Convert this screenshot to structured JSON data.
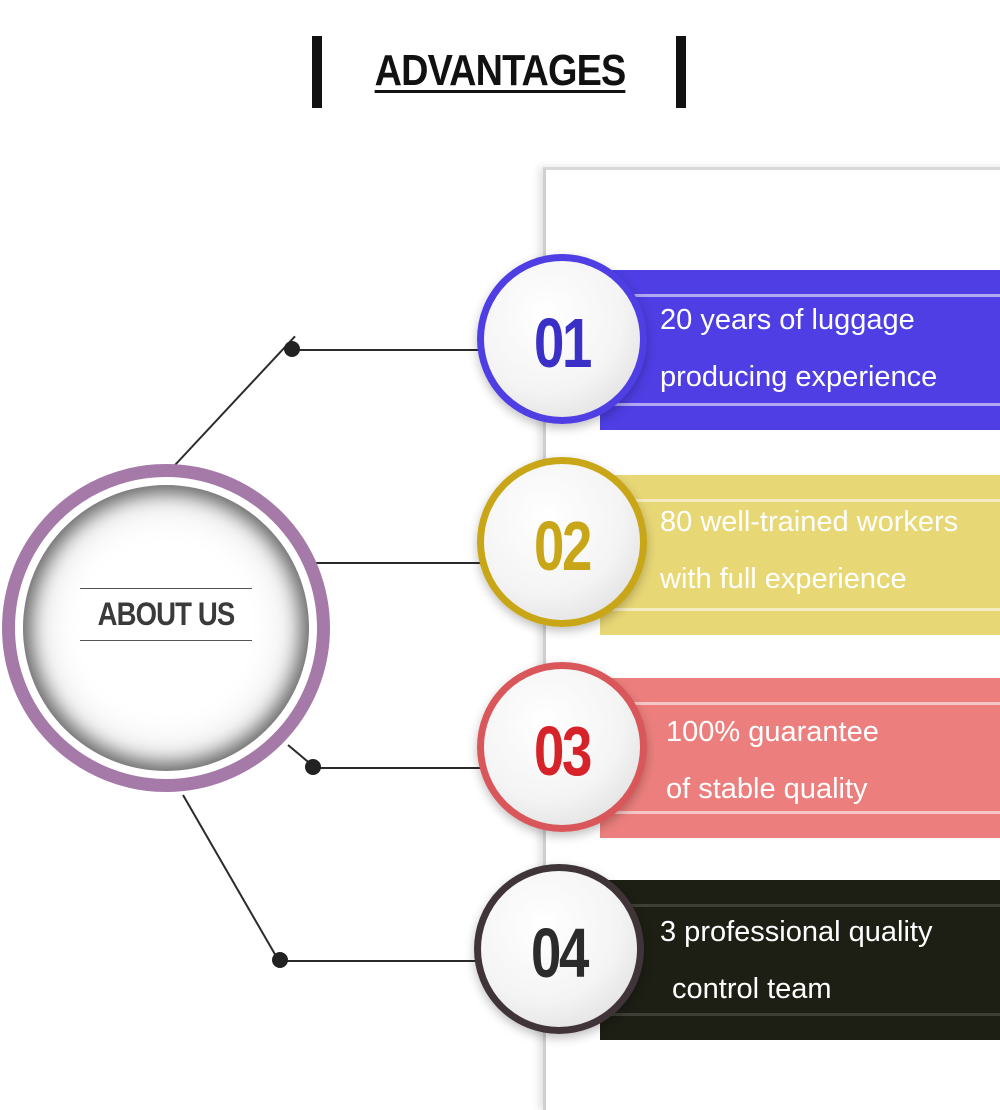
{
  "header": {
    "title": "ADVANTAGES"
  },
  "center": {
    "label": "ABOUT US",
    "ring_color": "#a67aa8"
  },
  "items": [
    {
      "number": "01",
      "line1": "20 years of luggage",
      "line2": "producing experience",
      "color": "#4e3ee3",
      "num_color": "#3a2fc6",
      "text_color": "#ffffff"
    },
    {
      "number": "02",
      "line1": "80 well-trained workers",
      "line2": "with full experience",
      "color": "#e8d775",
      "num_color": "#c9a617",
      "text_color": "#ffffff"
    },
    {
      "number": "03",
      "line1": "100% guarantee",
      "line2": "of stable quality",
      "color": "#ec7f7d",
      "num_color": "#d6232a",
      "text_color": "#ffffff"
    },
    {
      "number": "04",
      "line1": "3 professional quality",
      "line2": "control team",
      "color": "#1d1f15",
      "num_color": "#2b2b2b",
      "text_color": "#ffffff"
    }
  ]
}
